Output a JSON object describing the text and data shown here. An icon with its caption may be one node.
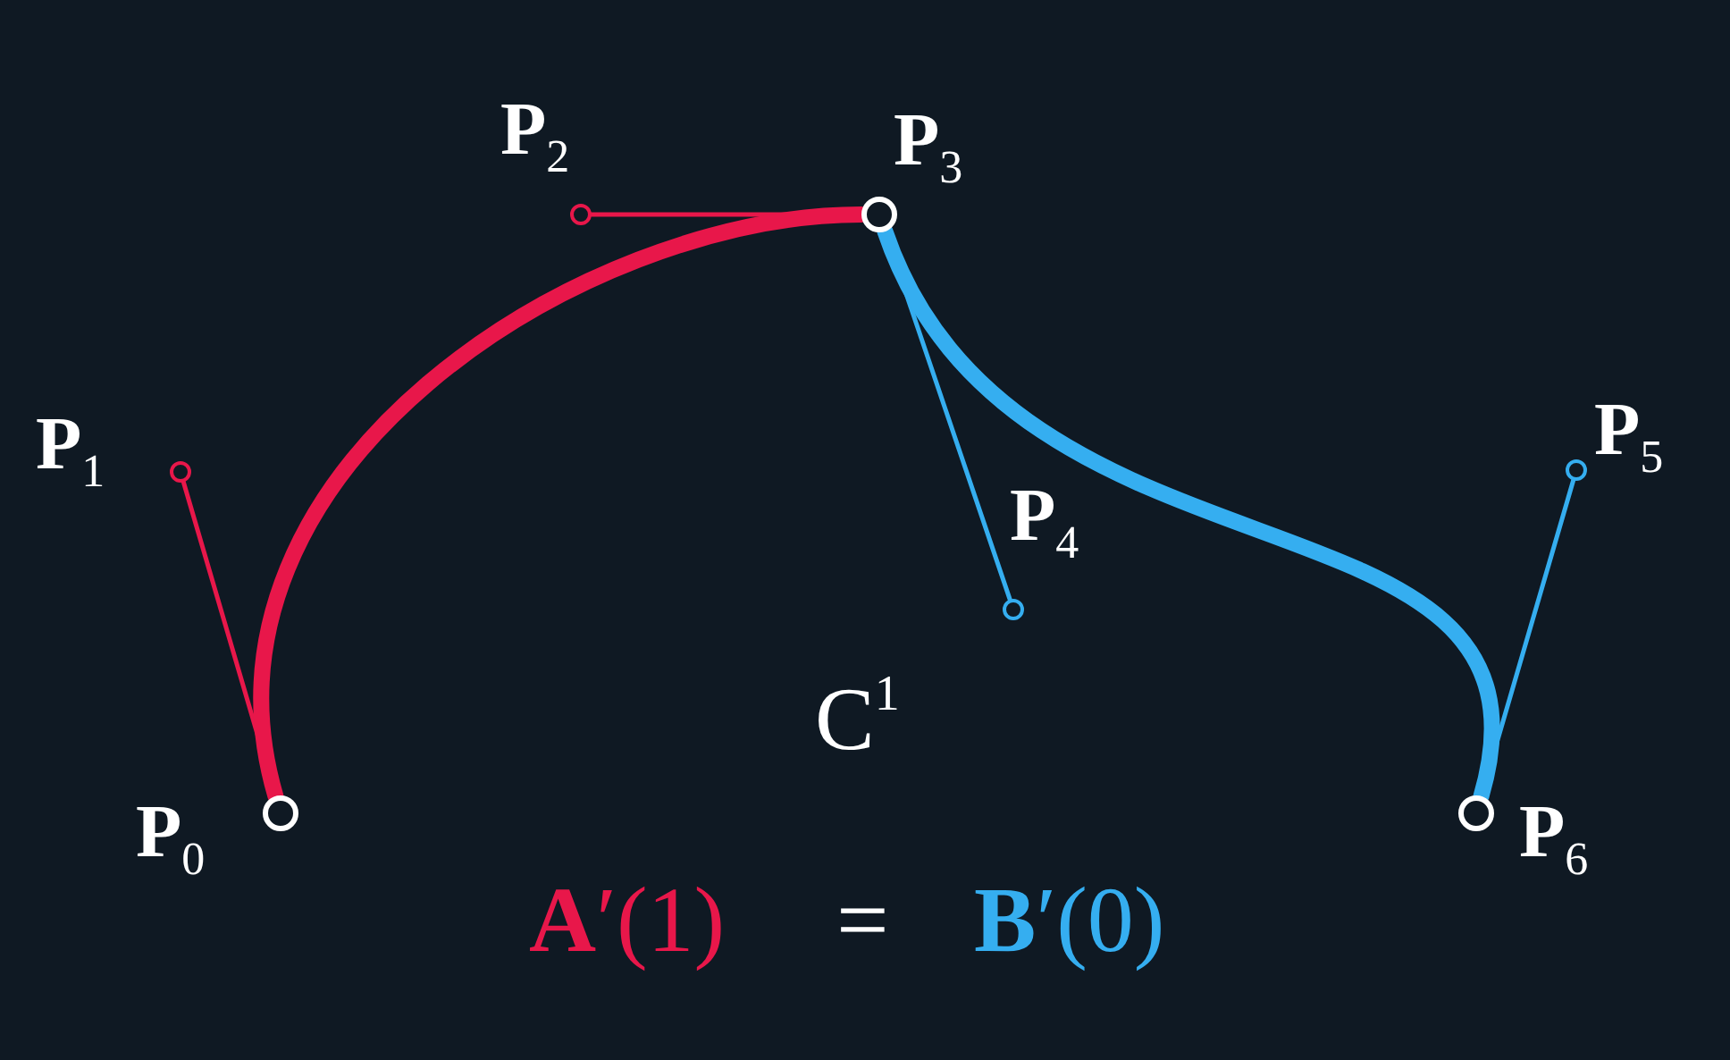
{
  "diagram": {
    "nodes": [
      {
        "text": [],
        "shape": "circle",
        "beside": [
          "**P**$_{0}$"
        ]
      },
      {
        "text": [],
        "shape": "circle",
        "beside": [
          "**P**$_{1}$"
        ]
      },
      {
        "text": [],
        "shape": "circle",
        "beside": [
          "**P**$_{2}$"
        ]
      },
      {
        "text": [],
        "shape": "circle",
        "beside": [
          "**P**$_{3}$"
        ]
      },
      {
        "text": [],
        "shape": "circle",
        "beside": [
          "**P**$_{4}$"
        ]
      },
      {
        "text": [],
        "shape": "circle",
        "beside": [
          "**P**$_{5}$"
        ]
      },
      {
        "text": [],
        "shape": "circle",
        "beside": [
          "**P**$_{6}$"
        ]
      }
    ],
    "edges": [
      {
        "from": 0,
        "to": 1,
        "arrow": "none",
        "color": "#e8174a"
      },
      {
        "from": 2,
        "to": 3,
        "arrow": "none",
        "color": "#e8174a"
      },
      {
        "from": 3,
        "to": 4,
        "arrow": "none",
        "color": "#35aef0"
      },
      {
        "from": 5,
        "to": 6,
        "arrow": "none",
        "color": "#35aef0"
      },
      {
        "from": 0,
        "to": 3,
        "arrow": "none",
        "style": "thick",
        "color": "#e8174a"
      },
      {
        "from": 3,
        "to": 6,
        "arrow": "none",
        "style": "thick",
        "color": "#35aef0"
      }
    ],
    "labels": [
      "C$^{1}$",
      "**A**′(1)",
      "=",
      "**B**′(0)"
    ]
  }
}
